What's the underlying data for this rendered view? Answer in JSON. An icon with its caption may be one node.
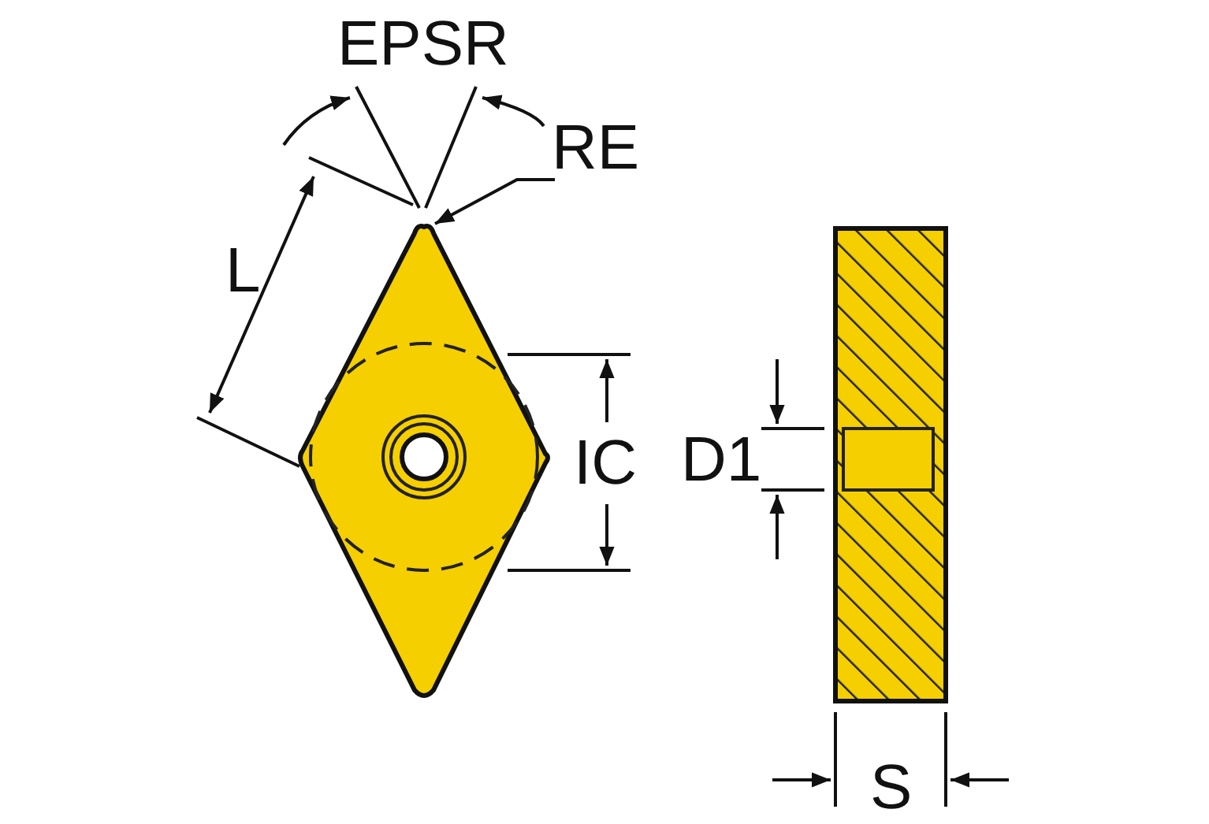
{
  "diagram": {
    "nodes": [
      {
        "text": [
          "RE"
        ]
      },
      {
        "text": [],
        "shape": "diamond"
      }
    ],
    "edges": [
      {
        "from": 0,
        "to": 1,
        "arrow": "to"
      }
    ],
    "labels": [
      "EPSR",
      "L",
      "IC",
      "D1",
      "S"
    ]
  }
}
